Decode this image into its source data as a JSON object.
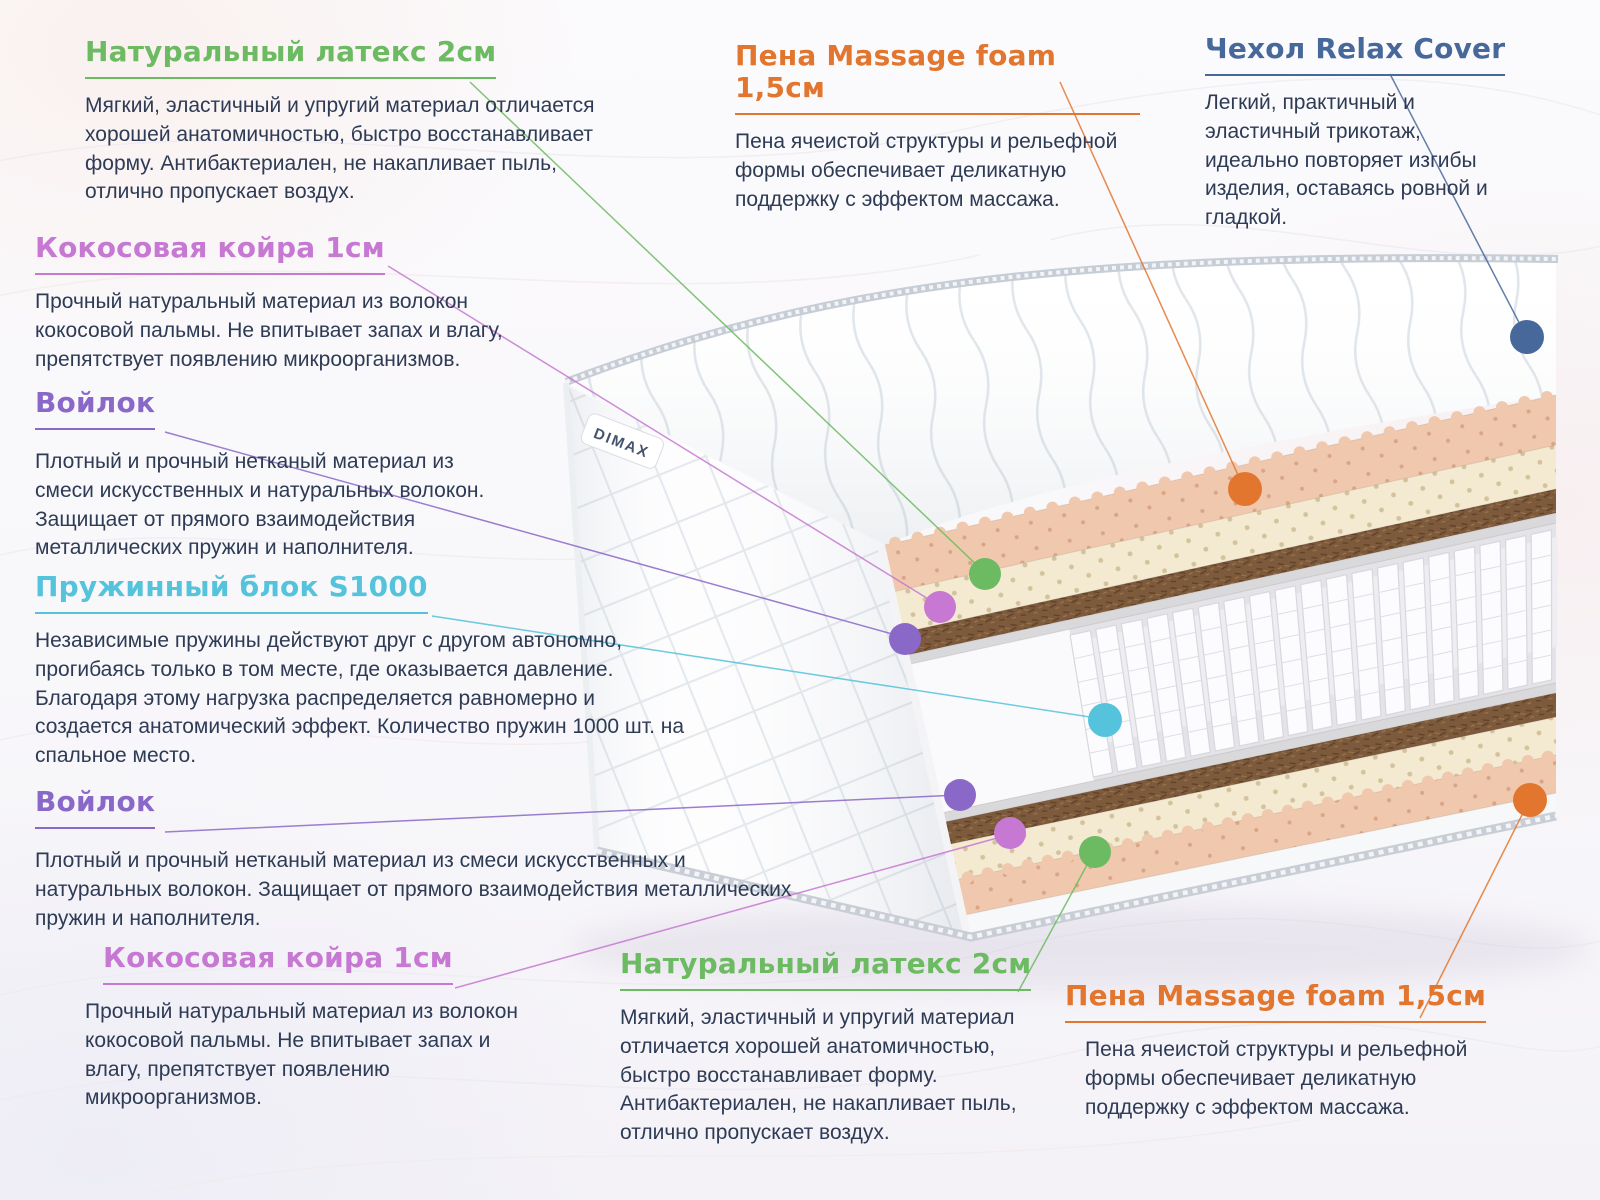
{
  "infographic": {
    "brand": "DIMAX",
    "sections": {
      "latex_top": {
        "title": "Натуральный латекс 2см",
        "body": "Мягкий, эластичный и упругий материал отличается хорошей анатомичностью, быстро восстанавливает форму. Антибактериален, не накапливает пыль, отлично пропускает воздух.",
        "color": "#6cba62"
      },
      "foam_top": {
        "title": "Пена Massage foam 1,5см",
        "body": "Пена ячеистой структуры и рельефной формы обеспечивает деликатную поддержку с эффектом массажа.",
        "color": "#e2762e"
      },
      "cover": {
        "title": "Чехол Relax Cover",
        "body": "Легкий, практичный и эластичный трикотаж, идеально повторяет изгибы изделия, оставаясь ровной и гладкой.",
        "color": "#47689b"
      },
      "coir_top": {
        "title": "Кокосовая койра 1см",
        "body": "Прочный натуральный материал из волокон кокосовой пальмы. Не впитывает запах и влагу, препятствует появлению микроорганизмов.",
        "color": "#c678d2"
      },
      "felt_top": {
        "title": "Войлок",
        "body": "Плотный и прочный нетканый материал из смеси искусственных и натуральных волокон. Защищает от прямого взаимодействия металлических пружин и наполнителя.",
        "color": "#8a68c8"
      },
      "springs": {
        "title": "Пружинный блок S1000",
        "body": "Независимые пружины действуют друг с другом автономно, прогибаясь только в том месте, где оказывается давление. Благодаря этому нагрузка распределяется равномерно и создается анатомический эффект. Количество пружин 1000 шт. на спальное место.",
        "color": "#54c3db"
      },
      "felt_bottom": {
        "title": "Войлок",
        "body": "Плотный и прочный нетканый материал из смеси искусственных и натуральных волокон. Защищает от прямого взаимодействия металлических пружин и наполнителя.",
        "color": "#8a68c8"
      },
      "coir_bottom": {
        "title": "Кокосовая койра 1см",
        "body": "Прочный натуральный материал из волокон кокосовой пальмы. Не впитывает запах и влагу, препятствует появлению микроорганизмов.",
        "color": "#c678d2"
      },
      "latex_bottom": {
        "title": "Натуральный латекс 2см",
        "body": "Мягкий, эластичный и упругий материал отличается хорошей анатомичностью, быстро восстанавливает форму. Антибактериален, не накапливает пыль, отлично пропускает воздух.",
        "color": "#6cba62"
      },
      "foam_bottom": {
        "title": "Пена Massage foam 1,5см",
        "body": "Пена ячеистой структуры и рельефной формы обеспечивает деликатную поддержку с эффектом массажа.",
        "color": "#e2762e"
      }
    }
  }
}
